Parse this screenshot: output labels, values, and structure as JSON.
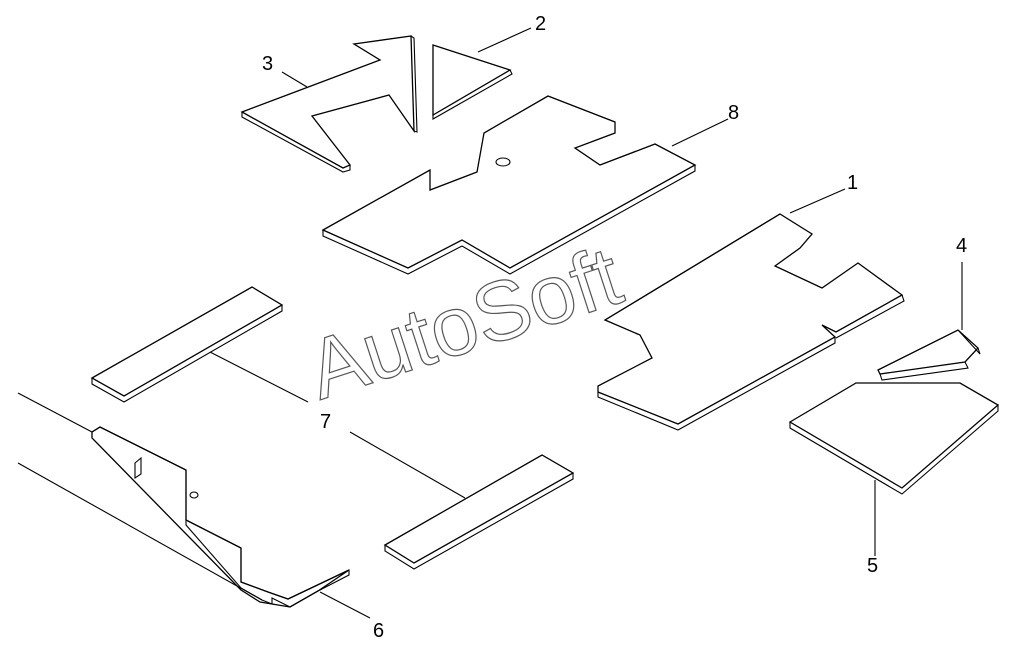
{
  "callouts": {
    "p1": "1",
    "p2": "2",
    "p3": "3",
    "p4": "4",
    "p5": "5",
    "p6": "6",
    "p7": "7",
    "p8": "8"
  },
  "watermark": "AutoSoft",
  "colors": {
    "line": "#000000",
    "background": "#ffffff",
    "watermark": "#555555"
  }
}
